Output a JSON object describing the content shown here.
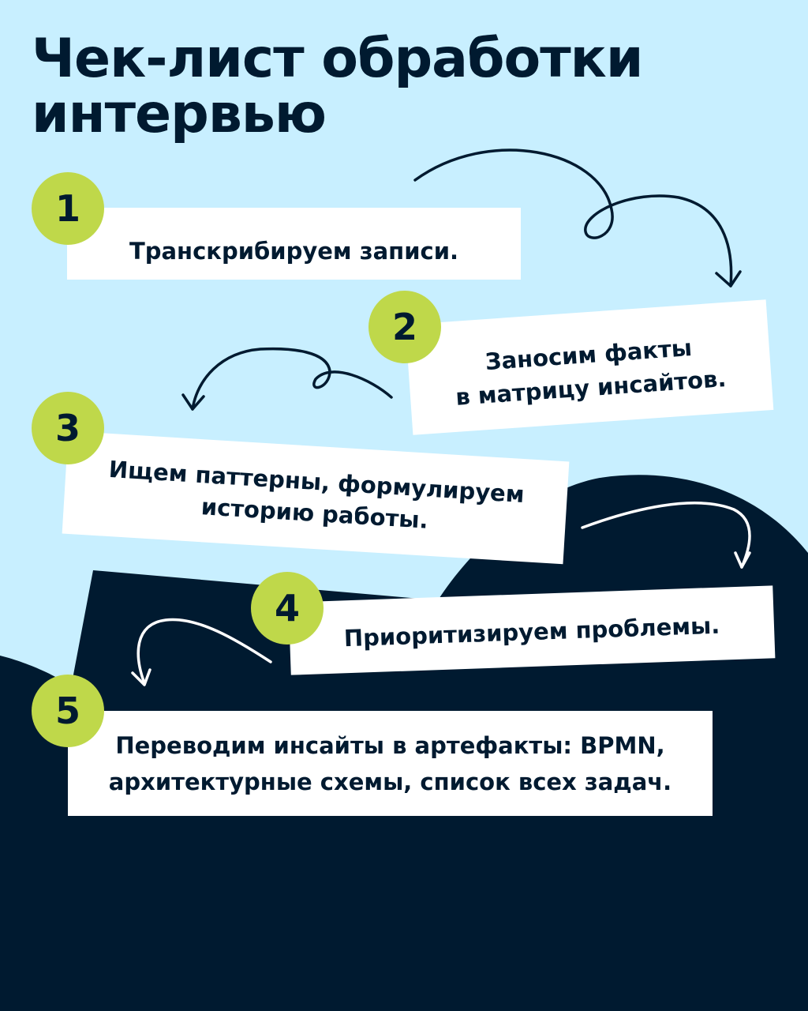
{
  "colors": {
    "background": "#c8efff",
    "dark_shape": "#001a30",
    "badge": "#bfd84a",
    "card": "#ffffff",
    "text": "#001a30"
  },
  "title": {
    "line1": "Чек-лист обработки",
    "line2": "интервью"
  },
  "steps": [
    {
      "number": "1",
      "lines": [
        "Транскрибируем записи."
      ]
    },
    {
      "number": "2",
      "lines": [
        "Заносим факты",
        "в матрицу инсайтов."
      ]
    },
    {
      "number": "3",
      "lines": [
        "Ищем паттерны, формулируем",
        "историю работы."
      ]
    },
    {
      "number": "4",
      "lines": [
        "Приоритизируем проблемы."
      ]
    },
    {
      "number": "5",
      "lines": [
        "Переводим инсайты в артефакты: BPMN,",
        "архитектурные схемы, список всех задач."
      ]
    }
  ],
  "icons": [
    "curved-arrow-icon"
  ]
}
